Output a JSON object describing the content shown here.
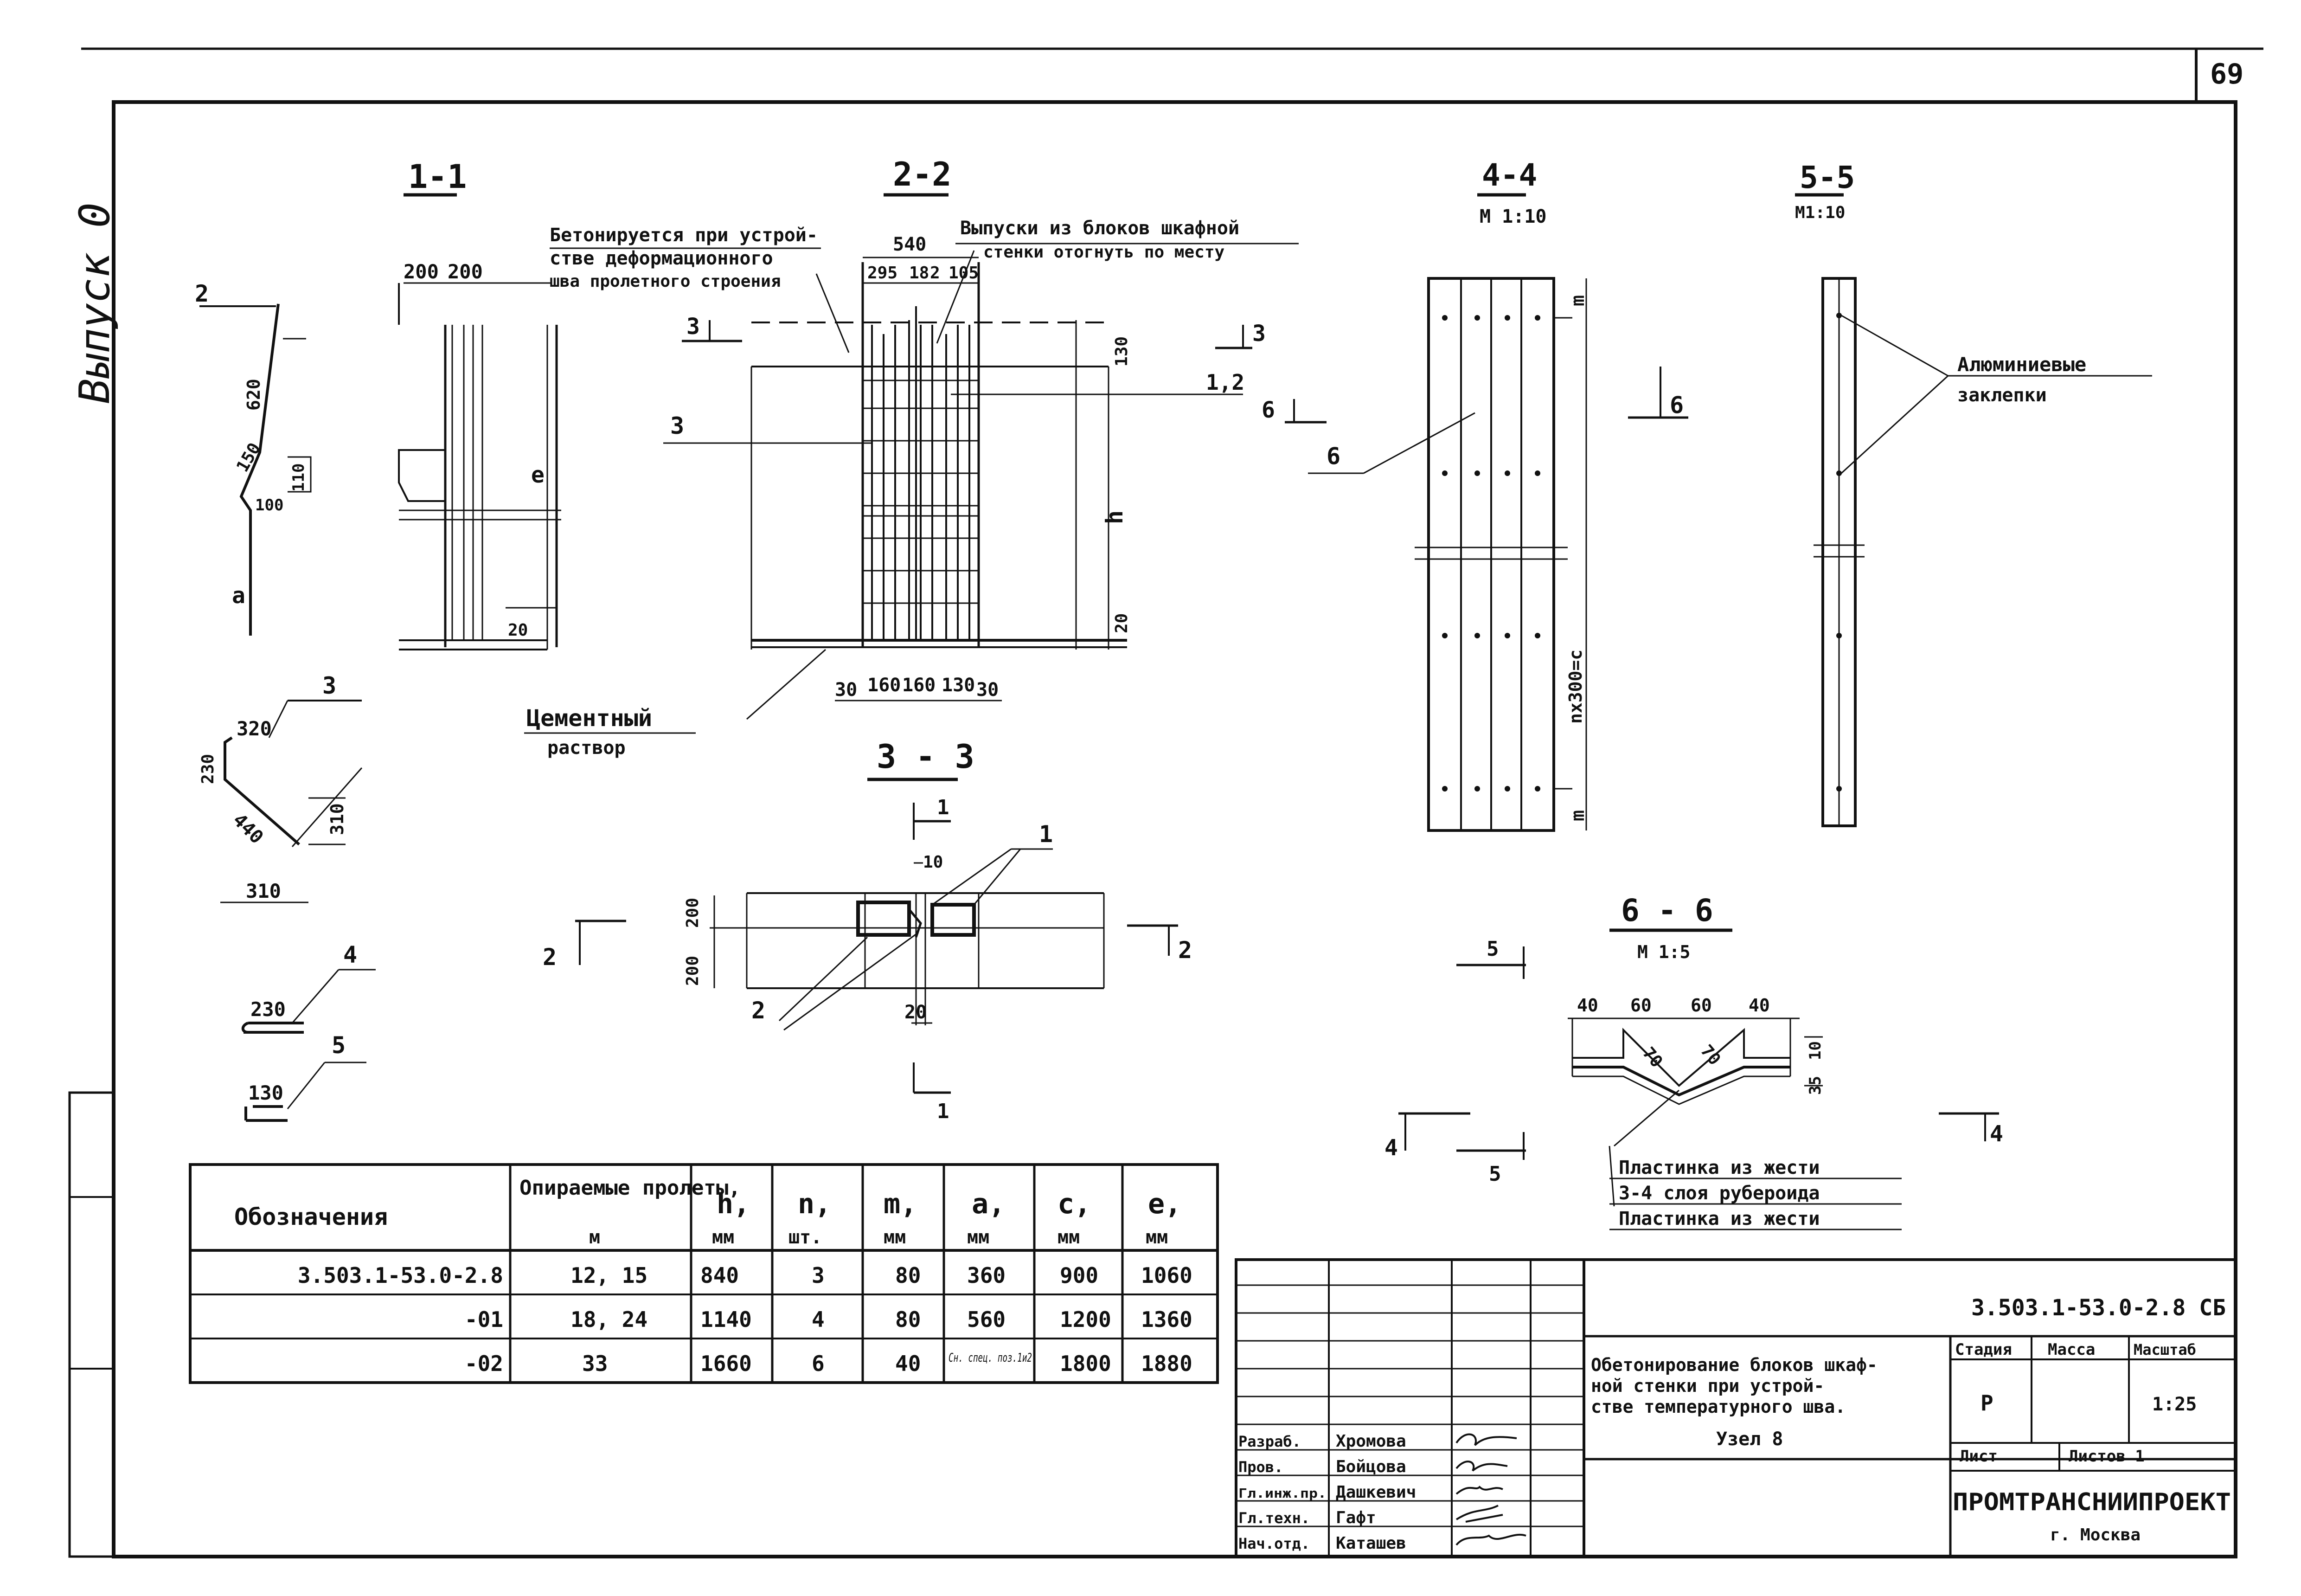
{
  "page_number": "69",
  "side_label": "Выпуск 0",
  "sections": {
    "s11": {
      "title": "1-1",
      "dims": [
        "200",
        "200"
      ],
      "e_letter": "e",
      "bottom": "20",
      "bar2": {
        "pos": "2",
        "d1": "620",
        "d2": "150",
        "d3": "110",
        "d4": "100",
        "a": "a"
      }
    },
    "s22": {
      "title": "2-2",
      "dims_top": [
        "540",
        "295",
        "18",
        "2",
        "105"
      ],
      "dims_bottom": [
        "30",
        "160",
        "160",
        "130",
        "30"
      ],
      "right": [
        "130",
        "h",
        "20"
      ],
      "pos3": "3",
      "pos12": "1,2",
      "cut3": "3",
      "cut6": "6",
      "note1": "Бетонируется при устрой-",
      "note2": "стве деформационного",
      "note3": "шва пролетного строения",
      "note4": "Выпуски из блоков шкафной",
      "note5": "стенки отогнуть по месту",
      "cement1": "Цементный",
      "cement2": "раствор"
    },
    "s33": {
      "title": "3 - 3",
      "pos1": "1",
      "pos2": "2",
      "d10": "10",
      "d20": "20",
      "d200a": "200",
      "d200b": "200",
      "cut": "1",
      "cut2": "2"
    },
    "s44": {
      "title": "4-4",
      "scale": "М 1:10",
      "m1": "m",
      "m2": "m",
      "formula": "nx300=c",
      "pos6": "6",
      "cut6": "6"
    },
    "s55": {
      "title": "5-5",
      "scale": "М1:10",
      "callout1": "Алюминиевые",
      "callout2": "заклепки"
    },
    "s66": {
      "title": "6 - 6",
      "scale": "М 1:5",
      "dims": [
        "40",
        "60",
        "60",
        "40"
      ],
      "d70a": "70",
      "d70b": "70",
      "d10": "10",
      "d35": "35",
      "cut5": "5",
      "cut4": "4",
      "layers": [
        "Пластинка из жести",
        "3-4 слоя рубероида",
        "Пластинка из жести"
      ]
    },
    "bars": {
      "pos3": "3",
      "d320": "320",
      "d230": "230",
      "d440": "440",
      "d310a": "310",
      "d310b": "310",
      "pos4": "4",
      "d230b": "230",
      "pos5": "5",
      "d130": "130"
    }
  },
  "table": {
    "headers": [
      {
        "top": "Обозначения",
        "unit": ""
      },
      {
        "top": "Опираемые пролеты,",
        "unit": "м"
      },
      {
        "top": "h,",
        "unit": "мм"
      },
      {
        "top": "n,",
        "unit": "шт."
      },
      {
        "top": "m,",
        "unit": "мм"
      },
      {
        "top": "a,",
        "unit": "мм"
      },
      {
        "top": "c,",
        "unit": "мм"
      },
      {
        "top": "e,",
        "unit": "мм"
      }
    ],
    "rows": [
      [
        "3.503.1-53.0-2.8",
        "12, 15",
        "840",
        "3",
        "80",
        "360",
        "900",
        "1060"
      ],
      [
        "-01",
        "18, 24",
        "1140",
        "4",
        "80",
        "560",
        "1200",
        "1360"
      ],
      [
        "-02",
        "33",
        "1660",
        "6",
        "40",
        "Сн. спец. поз.1и2",
        "1800",
        "1880"
      ]
    ]
  },
  "stamp": {
    "code": "3.503.1-53.0-2.8 СБ",
    "title_lines": [
      "Обетонирование блоков шкаф-",
      "ной стенки при устрой-",
      "стве температурного шва."
    ],
    "subtitle": "Узел 8",
    "stage_label": "Стадия",
    "mass_label": "Масса",
    "scale_label": "Масштаб",
    "stage": "Р",
    "scale": "1:25",
    "sheet_label": "Лист",
    "sheets_label": "Листов 1",
    "org": "ПРОМТРАНСНИИПРОЕКТ",
    "city": "г. Москва",
    "roles": [
      "Разраб.",
      "Пров.",
      "Гл.инж.пр.",
      "Гл.техн.",
      "Нач.отд."
    ],
    "names": [
      "Хромова",
      "Бойцова",
      "Дашкевич",
      "Гафт",
      "Каташев"
    ]
  }
}
